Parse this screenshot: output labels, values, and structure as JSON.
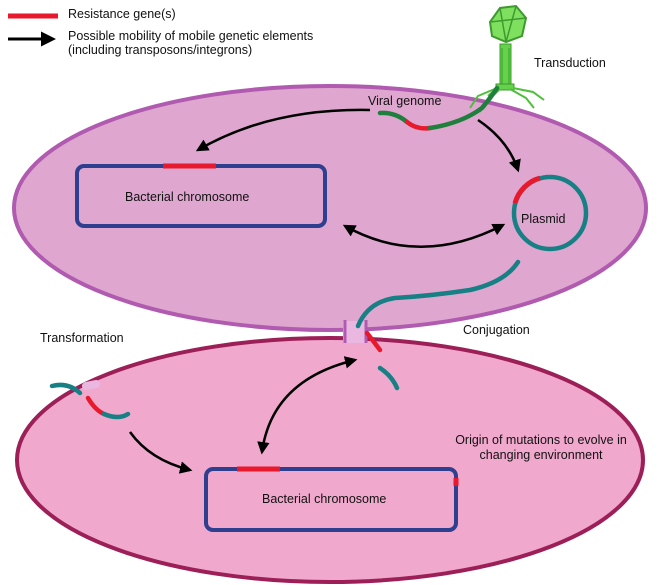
{
  "legend": {
    "resistance_label": "Resistance gene(s)",
    "mobility_label_line1": "Possible mobility of mobile genetic elements",
    "mobility_label_line2": "(including transposons/integrons)"
  },
  "labels": {
    "transduction": "Transduction",
    "viral_genome": "Viral genome",
    "plasmid": "Plasmid",
    "chromosome_top": "Bacterial chromosome",
    "transformation": "Transformation",
    "conjugation": "Conjugation",
    "mutation_line1": "Origin of mutations to evolve in",
    "mutation_line2": "changing environment",
    "chromosome_bottom": "Bacterial chromosome"
  },
  "colors": {
    "cell_top_fill": "#dfa6cf",
    "cell_top_stroke": "#b05ab0",
    "cell_bottom_fill": "#f1a8cd",
    "cell_bottom_stroke": "#9c1f58",
    "chromosome_stroke": "#2e3f8f",
    "resistance_red": "#e8192c",
    "dna_teal": "#168085",
    "viral_green": "#1f7f3c",
    "phage_green": "#64d24a"
  }
}
